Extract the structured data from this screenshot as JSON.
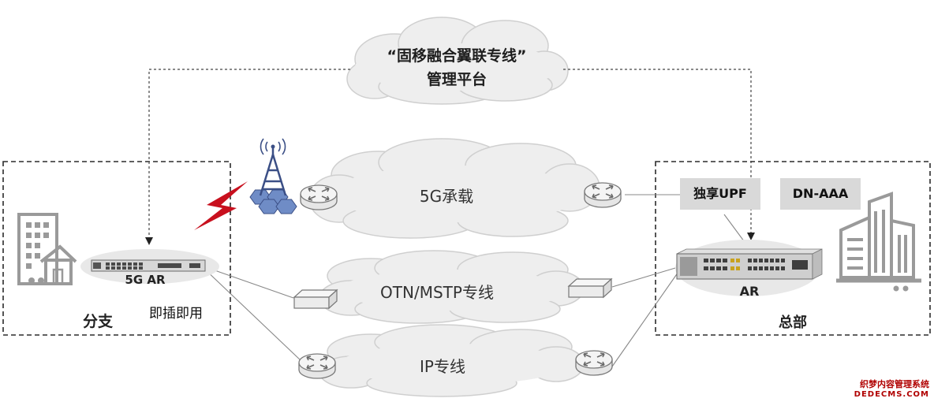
{
  "platform": {
    "title_line1": "“固移融合翼联专线”",
    "title_line2": "管理平台"
  },
  "networks": {
    "fiveg": "5G承载",
    "otn": "OTN/MSTP专线",
    "ip": "IP专线"
  },
  "branch": {
    "device_label": "5G AR",
    "site_label": "分支",
    "feature_label": "即插即用"
  },
  "hq": {
    "upf_label": "独享UPF",
    "aaa_label": "DN-AAA",
    "device_label": "AR",
    "site_label": "总部"
  },
  "watermark": {
    "line1": "织梦内容管理系统",
    "line2": "DEDECMS.COM"
  },
  "colors": {
    "cloud_fill": "#eeeeee",
    "cloud_stroke": "#cfcfcf",
    "lightning": "#c8101e",
    "tower": "#3b4f86",
    "box_dash": "#2b2b2b",
    "label_bg": "#d9d9d9",
    "watermark": "#b00000"
  },
  "icons": [
    "building-icon",
    "skyscraper-icon",
    "router-icon",
    "cell-tower-icon",
    "lightning-icon",
    "transceiver-icon",
    "ar-device-icon"
  ]
}
